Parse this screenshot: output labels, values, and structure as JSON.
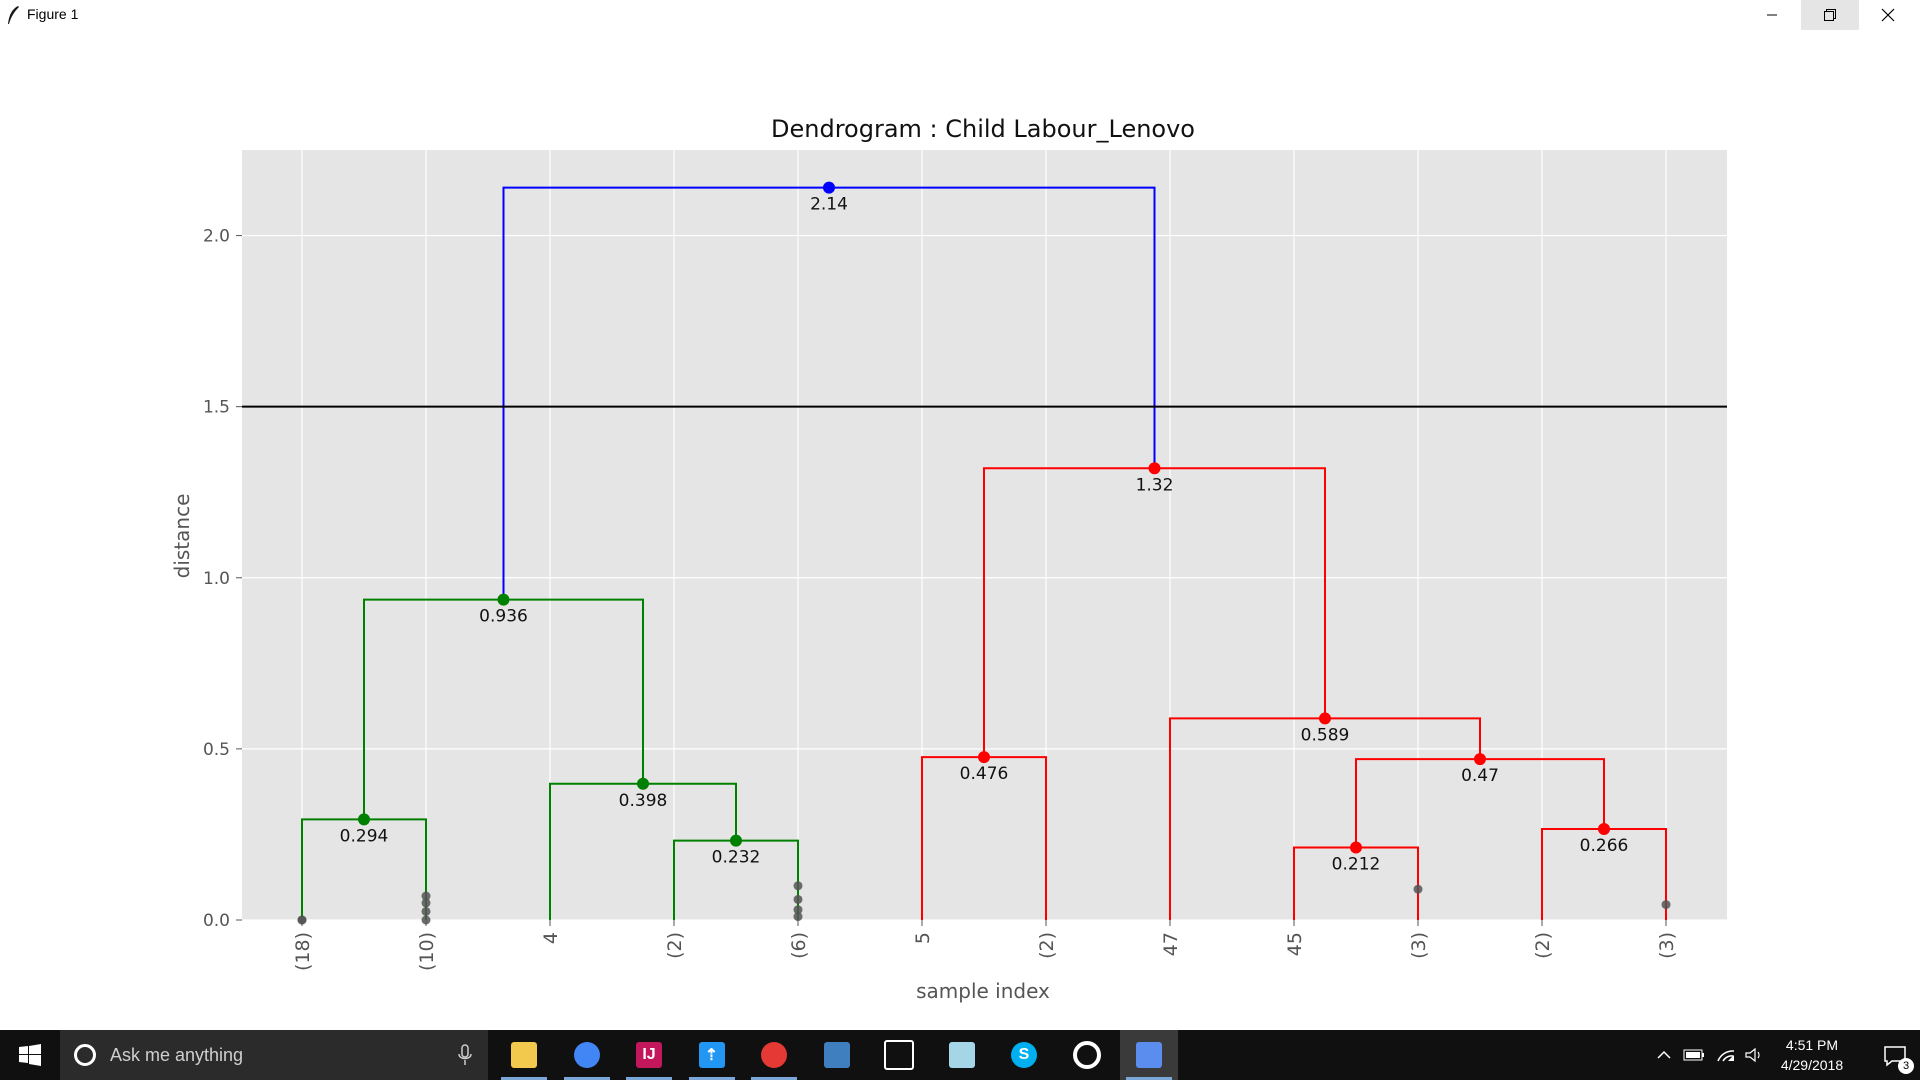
{
  "window": {
    "title": "Figure 1",
    "minimize_icon": "minimize-icon",
    "maximize_icon": "restore-icon",
    "close_icon": "close-icon"
  },
  "chart_data": {
    "type": "dendrogram",
    "title": "Dendrogram : Child Labour_Lenovo",
    "xlabel": "sample index",
    "ylabel": "distance",
    "ylim": [
      0,
      2.25
    ],
    "yticks": [
      0.0,
      0.5,
      1.0,
      1.5,
      2.0
    ],
    "ytick_labels": [
      "0.0",
      "0.5",
      "1.0",
      "1.5",
      "2.0"
    ],
    "grid": true,
    "leaves": [
      "(18)",
      "(10)",
      "4",
      "(2)",
      "(6)",
      "5",
      "(2)",
      "47",
      "45",
      "(3)",
      "(2)",
      "(3)"
    ],
    "cut_line": 1.5,
    "cut_line_color": "#000000",
    "background": "#e5e5e5",
    "links": [
      {
        "x": [
          1,
          1,
          2,
          2
        ],
        "y": [
          0.0,
          0.294,
          0.294,
          0.0
        ],
        "color": "#008000",
        "label": "0.294",
        "node": [
          1.5,
          0.294
        ]
      },
      {
        "x": [
          4,
          4,
          5,
          5
        ],
        "y": [
          0.0,
          0.232,
          0.232,
          0.0
        ],
        "color": "#008000",
        "label": "0.232",
        "node": [
          4.5,
          0.232
        ]
      },
      {
        "x": [
          3,
          3,
          4.5,
          4.5
        ],
        "y": [
          0.0,
          0.398,
          0.398,
          0.232
        ],
        "color": "#008000",
        "label": "0.398",
        "node": [
          3.75,
          0.398
        ]
      },
      {
        "x": [
          1.5,
          1.5,
          3.75,
          3.75
        ],
        "y": [
          0.294,
          0.936,
          0.936,
          0.398
        ],
        "color": "#008000",
        "label": "0.936",
        "node": [
          2.625,
          0.936
        ]
      },
      {
        "x": [
          6,
          6,
          7,
          7
        ],
        "y": [
          0.0,
          0.476,
          0.476,
          0.0
        ],
        "color": "#ff0000",
        "label": "0.476",
        "node": [
          6.5,
          0.476
        ]
      },
      {
        "x": [
          9,
          9,
          10,
          10
        ],
        "y": [
          0.0,
          0.212,
          0.212,
          0.0
        ],
        "color": "#ff0000",
        "label": "0.212",
        "node": [
          9.5,
          0.212
        ]
      },
      {
        "x": [
          11,
          11,
          12,
          12
        ],
        "y": [
          0.0,
          0.266,
          0.266,
          0.0
        ],
        "color": "#ff0000",
        "label": "0.266",
        "node": [
          11.5,
          0.266
        ]
      },
      {
        "x": [
          9.5,
          9.5,
          11.5,
          11.5
        ],
        "y": [
          0.212,
          0.47,
          0.47,
          0.266
        ],
        "color": "#ff0000",
        "label": "0.47",
        "node": [
          10.5,
          0.47
        ]
      },
      {
        "x": [
          8,
          8,
          10.5,
          10.5
        ],
        "y": [
          0.0,
          0.589,
          0.589,
          0.47
        ],
        "color": "#ff0000",
        "label": "0.589",
        "node": [
          9.25,
          0.589
        ]
      },
      {
        "x": [
          6.5,
          6.5,
          9.25,
          9.25
        ],
        "y": [
          0.476,
          1.32,
          1.32,
          0.589
        ],
        "color": "#ff0000",
        "label": "1.32",
        "node": [
          7.875,
          1.32
        ]
      },
      {
        "x": [
          2.625,
          2.625,
          7.875,
          7.875
        ],
        "y": [
          0.936,
          2.14,
          2.14,
          1.32
        ],
        "color": "#0000ff",
        "label": "2.14",
        "node": [
          5.25,
          2.14
        ]
      }
    ],
    "leaf_markers": [
      {
        "x": 1,
        "y": [
          0.0,
          0.0
        ]
      },
      {
        "x": 2,
        "y": [
          0.0,
          0.025,
          0.05,
          0.07
        ]
      },
      {
        "x": 5,
        "y": [
          0.01,
          0.03,
          0.06,
          0.1
        ]
      },
      {
        "x": 10,
        "y": [
          0.09
        ]
      },
      {
        "x": 12,
        "y": [
          0.045
        ]
      }
    ]
  },
  "taskbar": {
    "start_icon": "windows-start-icon",
    "search_placeholder": "Ask me anything",
    "apps": [
      {
        "name": "file-explorer-icon",
        "color": "#f2c94c",
        "glyph": ""
      },
      {
        "name": "chrome-icon",
        "color": "#4285f4",
        "glyph": ""
      },
      {
        "name": "intellij-icon",
        "color": "#c2185b",
        "glyph": "IJ"
      },
      {
        "name": "upload-app-icon",
        "color": "#2196f3",
        "glyph": "⇡"
      },
      {
        "name": "red-app-icon",
        "color": "#e53935",
        "glyph": ""
      },
      {
        "name": "store-icon",
        "color": "#3f7fbf",
        "glyph": ""
      },
      {
        "name": "photos-icon",
        "color": "#ffffff",
        "glyph": ""
      },
      {
        "name": "paint-icon",
        "color": "#a5d6e7",
        "glyph": ""
      },
      {
        "name": "skype-icon",
        "color": "#00aff0",
        "glyph": "S"
      },
      {
        "name": "media-player-icon",
        "color": "#ffffff",
        "glyph": ""
      },
      {
        "name": "python-feather-icon",
        "color": "#5b8def",
        "glyph": ""
      }
    ],
    "time": "4:51 PM",
    "date": "4/29/2018",
    "notification_count": "3"
  }
}
